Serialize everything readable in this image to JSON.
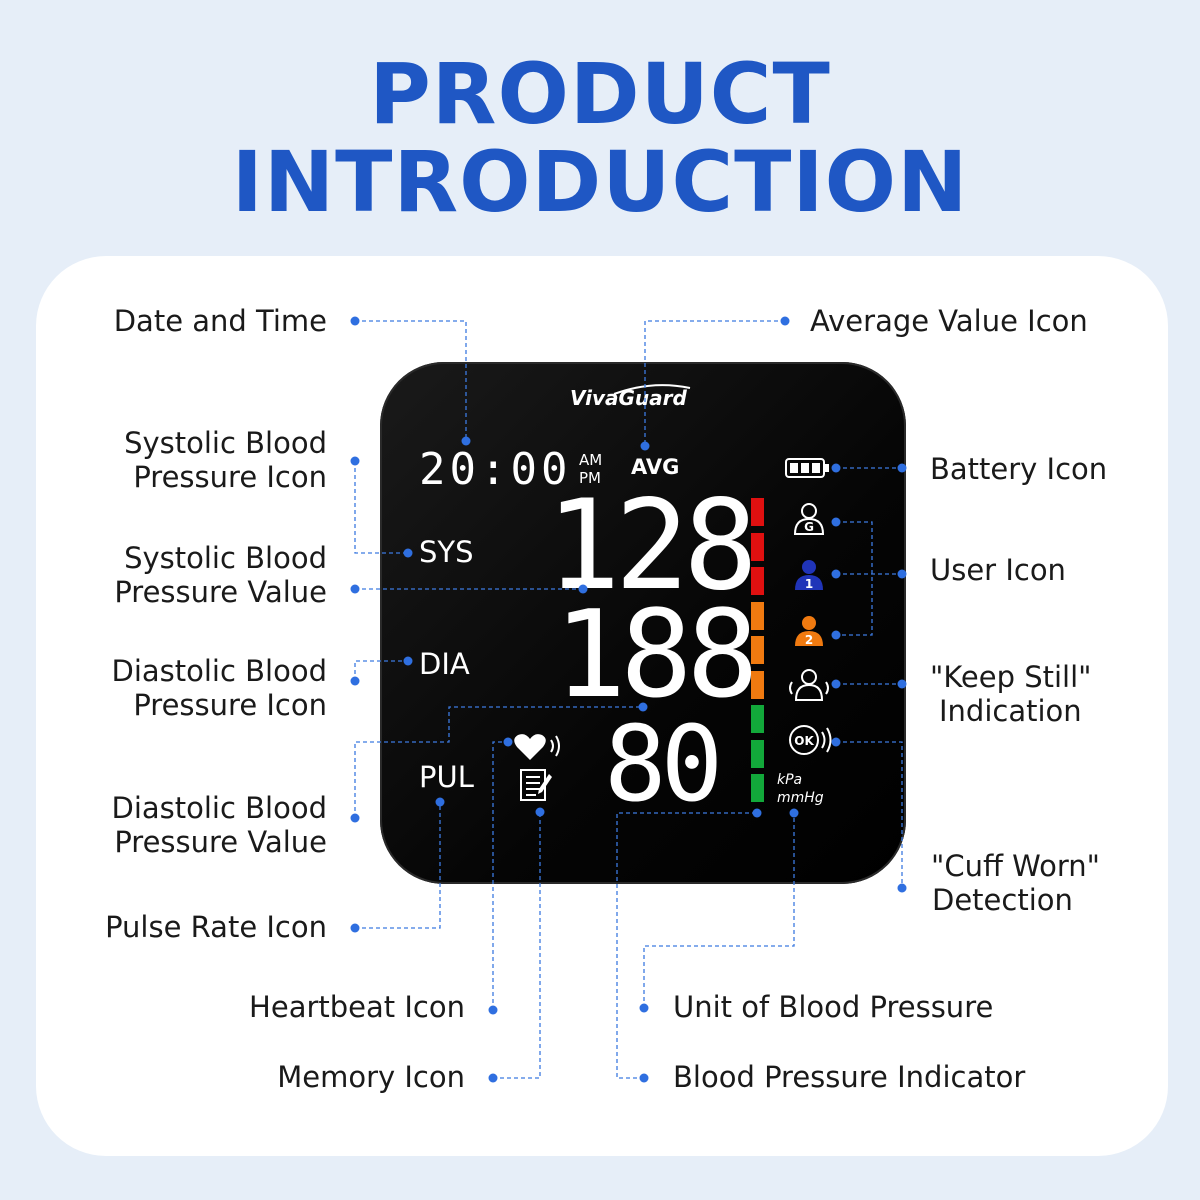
{
  "title": {
    "line1": "PRODUCT",
    "line2": "INTRODUCTION"
  },
  "device": {
    "brand": "VivaGuard",
    "time": "20:00",
    "am": "AM",
    "pm": "PM",
    "avg": "AVG",
    "sys": "SYS",
    "dia": "DIA",
    "pul": "PUL",
    "systolic_value": "128",
    "diastolic_value": "188",
    "pulse_value": "80",
    "unit_kpa": "kPa",
    "unit_mmhg": "mmHg",
    "user_g": "G",
    "user_1": "1",
    "user_2": "2",
    "ok": "OK",
    "indicator_colors": [
      "#e01010",
      "#e01010",
      "#e01010",
      "#f07a10",
      "#f07a10",
      "#f07a10",
      "#12a83a",
      "#12a83a",
      "#12a83a"
    ]
  },
  "labels": {
    "date_time": "Date and Time",
    "sys_icon": [
      "Systolic Blood",
      "Pressure Icon"
    ],
    "sys_value": [
      "Systolic Blood",
      "Pressure Value"
    ],
    "dia_icon": [
      "Diastolic Blood",
      "Pressure Icon"
    ],
    "dia_value": [
      "Diastolic Blood",
      "Pressure Value"
    ],
    "pulse_rate": "Pulse Rate Icon",
    "heartbeat": "Heartbeat Icon",
    "memory": "Memory Icon",
    "average": "Average Value Icon",
    "battery": "Battery Icon",
    "user": "User Icon",
    "keep_still": [
      "\"Keep Still\"",
      "Indication"
    ],
    "cuff_worn": [
      "\"Cuff Worn\"",
      "Detection"
    ],
    "unit": "Unit of Blood Pressure",
    "bp_indicator": "Blood Pressure Indicator"
  },
  "colors": {
    "title": "#1f57c4",
    "leader": "#2f6fe0",
    "background": "#e6eef8"
  }
}
